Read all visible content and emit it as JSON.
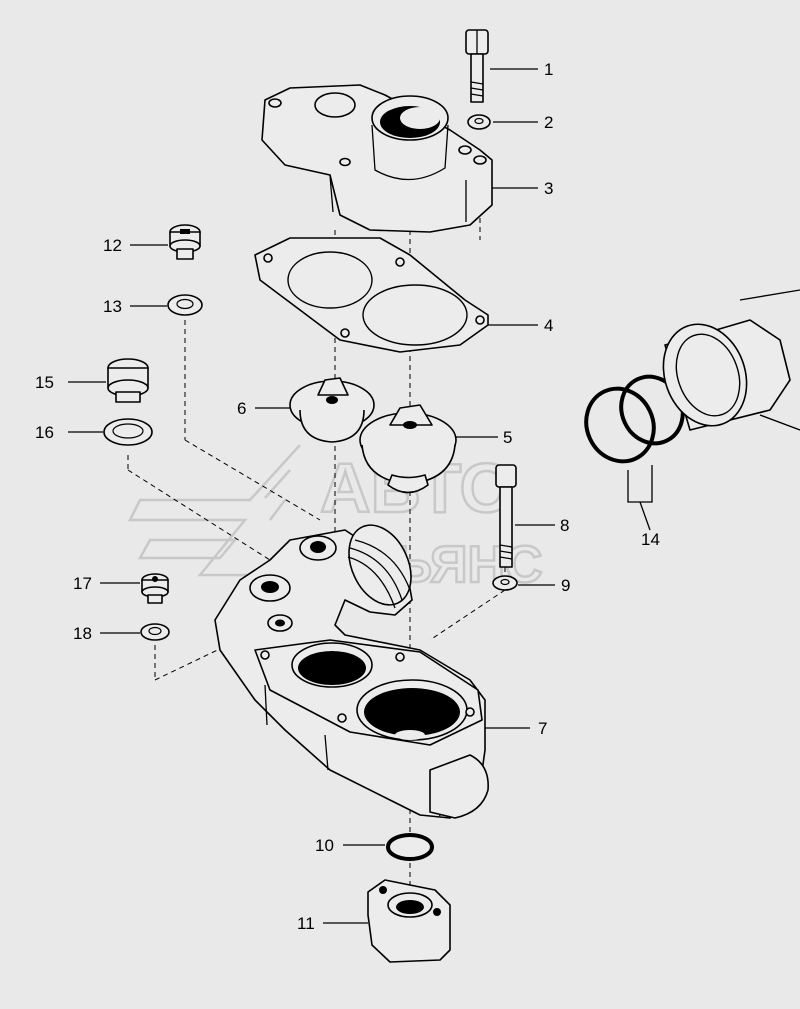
{
  "watermark": {
    "line1": "АВТО",
    "line2": "АЛЬЯНС"
  },
  "callouts": [
    {
      "id": "c1",
      "text": "1"
    },
    {
      "id": "c2",
      "text": "2"
    },
    {
      "id": "c3",
      "text": "3"
    },
    {
      "id": "c4",
      "text": "4"
    },
    {
      "id": "c5",
      "text": "5"
    },
    {
      "id": "c6",
      "text": "6"
    },
    {
      "id": "c7",
      "text": "7"
    },
    {
      "id": "c8",
      "text": "8"
    },
    {
      "id": "c9",
      "text": "9"
    },
    {
      "id": "c10",
      "text": "10"
    },
    {
      "id": "c11",
      "text": "11"
    },
    {
      "id": "c12",
      "text": "12"
    },
    {
      "id": "c13",
      "text": "13"
    },
    {
      "id": "c14",
      "text": "14"
    },
    {
      "id": "c15",
      "text": "15"
    },
    {
      "id": "c16",
      "text": "16"
    },
    {
      "id": "c17",
      "text": "17"
    },
    {
      "id": "c18",
      "text": "18"
    }
  ]
}
